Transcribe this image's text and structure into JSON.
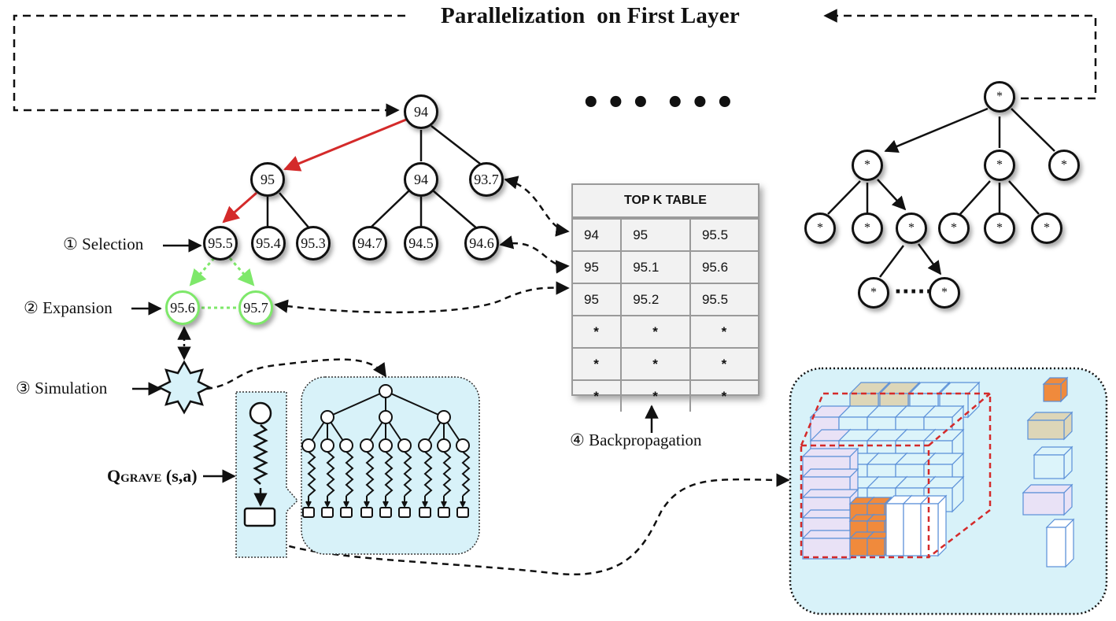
{
  "title": "Parallelization  on First Layer",
  "ellipsis_left": "•••",
  "ellipsis_right": "•••",
  "tree_left": {
    "root": "94",
    "level1": [
      "95",
      "94",
      "93.7"
    ],
    "level2": [
      "95.5",
      "95.4",
      "95.3",
      "94.7",
      "94.5",
      "94.6"
    ],
    "expanded": [
      "95.6",
      "95.7"
    ]
  },
  "tree_right": {
    "node_label": "*",
    "inner_ellipsis": "·····"
  },
  "steps": {
    "selection": "① Selection",
    "expansion": "② Expansion",
    "simulation": "③ Simulation",
    "backpropagation": "④ Backpropagation"
  },
  "qgrave": {
    "main": "Q",
    "sub": "GRAVE",
    "args": " (s,a)"
  },
  "topk_table": {
    "header": "TOP K TABLE",
    "rows": [
      [
        "94",
        "95",
        "95.5"
      ],
      [
        "95",
        "95.1",
        "95.6"
      ],
      [
        "95",
        "95.2",
        "95.5"
      ],
      [
        "*",
        "*",
        "*"
      ],
      [
        "*",
        "*",
        "*"
      ],
      [
        "*",
        "*",
        "*"
      ]
    ]
  },
  "colors": {
    "selection_arrow": "#d42a2a",
    "expansion_green": "#7ee86a",
    "panel_fill": "#d8f2f9",
    "cube_orange": "#f08a3c",
    "cube_beige": "#ddd6b8",
    "cube_lavender": "#e9e2f6",
    "cube_cyan": "#dcf4fa",
    "dashed_red": "#d42a2a"
  }
}
